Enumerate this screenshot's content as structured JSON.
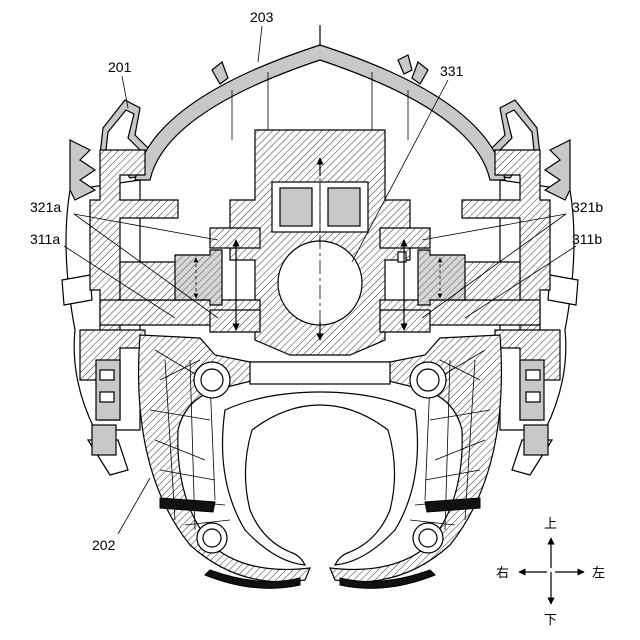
{
  "labels": {
    "l201": "201",
    "l202": "202",
    "l203": "203",
    "l331": "331",
    "l321a": "321a",
    "l321b": "321b",
    "l311a": "311a",
    "l311b": "311b"
  },
  "compass": {
    "up": "上",
    "down": "下",
    "right": "右",
    "left": "左"
  }
}
